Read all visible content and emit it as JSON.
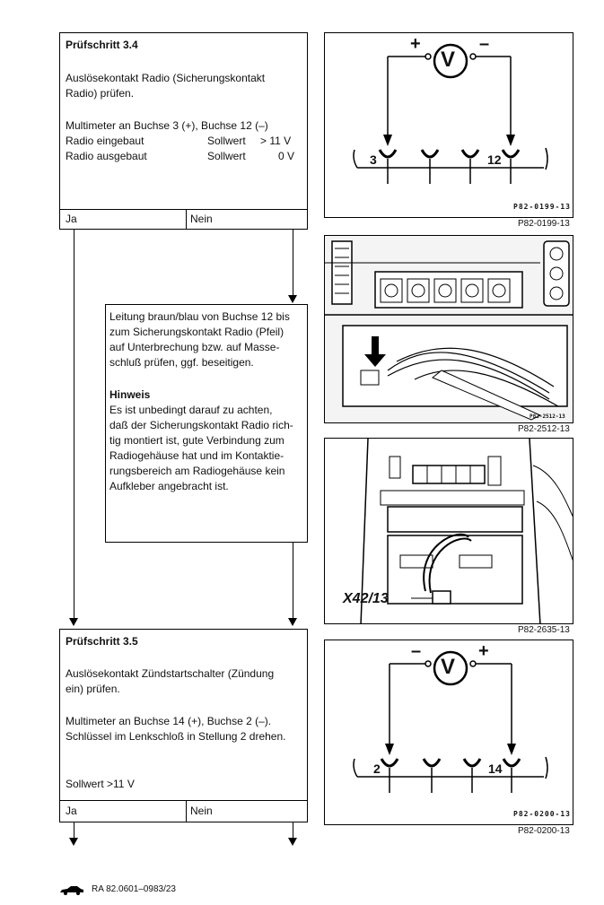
{
  "step34": {
    "title": "Prüfschritt 3.4",
    "desc1": "Auslösekontakt Radio (Sicherungskontakt",
    "desc2": "Radio) prüfen.",
    "meas": "Multimeter an Buchse 3 (+), Buchse 12 (–)",
    "rows": [
      {
        "label": "Radio eingebaut",
        "sw": "Sollwert",
        "val": "> 11 V"
      },
      {
        "label": "Radio ausgebaut",
        "sw": "Sollwert",
        "val": "0 V"
      }
    ],
    "ja": "Ja",
    "nein": "Nein"
  },
  "repair": {
    "lines": [
      "Leitung braun/blau von Buchse 12 bis",
      "zum Sicherungskontakt Radio (Pfeil)",
      "auf Unterbrechung bzw. auf Masse-",
      "schluß prüfen, ggf. beseitigen."
    ],
    "hinweis_title": "Hinweis",
    "hinweis_lines": [
      "Es ist unbedingt darauf zu achten,",
      "daß der Sicherungskontakt Radio rich-",
      "tig montiert ist, gute Verbindung zum",
      "Radiogehäuse hat und im Kontaktie-",
      "rungsbereich am Radiogehäuse kein",
      "Aufkleber angebracht ist."
    ]
  },
  "step35": {
    "title": "Prüfschritt 3.5",
    "desc1": "Auslösekontakt Zündstartschalter (Zündung",
    "desc2": "ein) prüfen.",
    "meas1": "Multimeter an Buchse 14 (+), Buchse 2 (–).",
    "meas2": "Schlüssel im Lenkschloß in Stellung 2 drehen.",
    "sollwert": "Sollwert >11 V",
    "ja": "Ja",
    "nein": "Nein"
  },
  "figures": {
    "fig1": {
      "code": "P82-0199-13",
      "caption": "P82-0199-13",
      "plus": "+",
      "minus": "–",
      "v": "V",
      "left": "3",
      "right": "12"
    },
    "fig2": {
      "code": "P82-2512-13",
      "caption": "P82-2512-13"
    },
    "fig3": {
      "label": "X42/13",
      "caption": "P82-2635-13"
    },
    "fig4": {
      "code": "P82-0200-13",
      "caption": "P82-0200-13",
      "plus": "+",
      "minus": "–",
      "v": "V",
      "left": "2",
      "right": "14"
    }
  },
  "footer": {
    "text": "RA 82.0601–0983/23",
    "icon": "car-icon"
  }
}
